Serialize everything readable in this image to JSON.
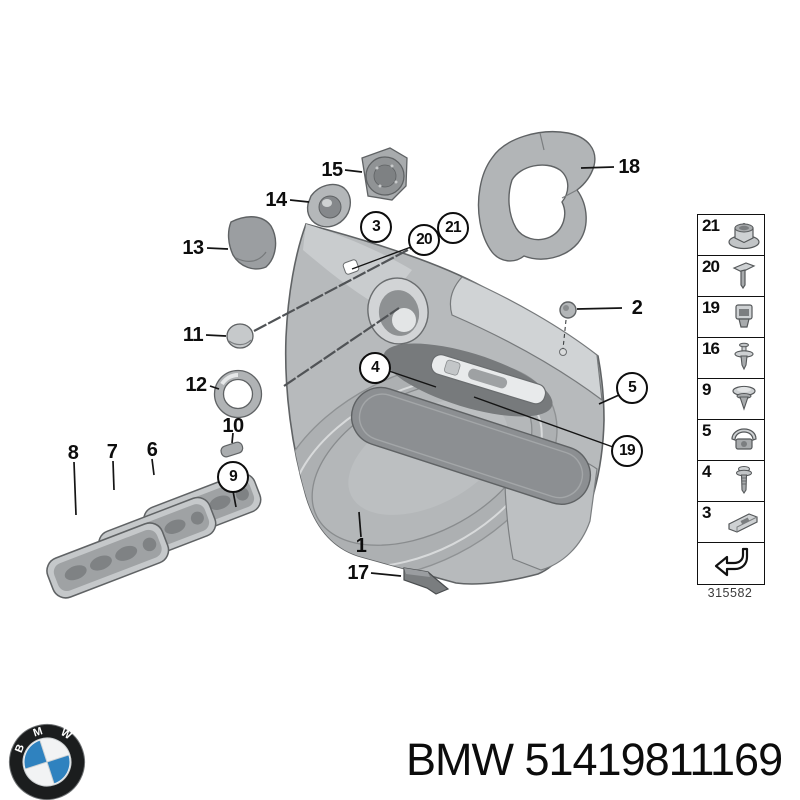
{
  "callouts": {
    "c1": "1",
    "c2": "2",
    "c3": "3",
    "c4": "4",
    "c5": "5",
    "c6": "6",
    "c7": "7",
    "c8": "8",
    "c9": "9",
    "c10": "10",
    "c11": "11",
    "c12": "12",
    "c13": "13",
    "c14": "14",
    "c15": "15",
    "c17": "17",
    "c18": "18",
    "c19": "19",
    "c20": "20",
    "c21": "21"
  },
  "legend": {
    "items": [
      {
        "label": "21",
        "icon": "flange-nut"
      },
      {
        "label": "20",
        "icon": "t-plug"
      },
      {
        "label": "19",
        "icon": "spring-clip"
      },
      {
        "label": "16",
        "icon": "expansion-rivet"
      },
      {
        "label": "9",
        "icon": "push-rivet"
      },
      {
        "label": "5",
        "icon": "holder-clamp"
      },
      {
        "label": "4",
        "icon": "screw"
      },
      {
        "label": "3",
        "icon": "bracket-clip"
      },
      {
        "label": "",
        "icon": "page-arrow"
      }
    ],
    "drawing_number": "315582"
  },
  "branding": {
    "part_number": "BMW 51419811169",
    "logo_letters": [
      "B",
      "M",
      "W"
    ]
  },
  "colors": {
    "part_gray": "#b9bcbe",
    "outline": "#5f6264",
    "accent_blue": "#2f82bf",
    "label_black": "#0d0d0d"
  }
}
